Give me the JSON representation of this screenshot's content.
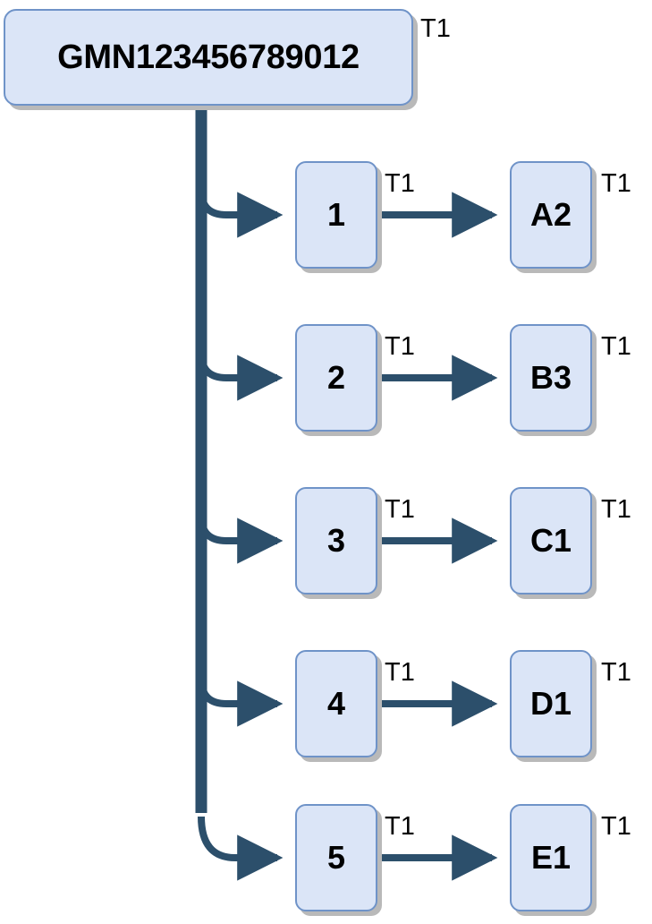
{
  "diagram": {
    "type": "tree-flowchart",
    "orientation": "left-to-right",
    "colors": {
      "node_fill": "#dbe5f7",
      "node_border": "#6f93c8",
      "node_shadow": "#b9b9b9",
      "edge": "#2c4f6b",
      "label_text": "#000000",
      "background": "#ffffff"
    },
    "root": {
      "id": "root",
      "label": "GMN123456789012",
      "badge": "T1"
    },
    "branches": [
      {
        "mid": {
          "label": "1",
          "badge": "T1"
        },
        "leaf": {
          "label": "A2",
          "badge": "T1"
        }
      },
      {
        "mid": {
          "label": "2",
          "badge": "T1"
        },
        "leaf": {
          "label": "B3",
          "badge": "T1"
        }
      },
      {
        "mid": {
          "label": "3",
          "badge": "T1"
        },
        "leaf": {
          "label": "C1",
          "badge": "T1"
        }
      },
      {
        "mid": {
          "label": "4",
          "badge": "T1"
        },
        "leaf": {
          "label": "D1",
          "badge": "T1"
        }
      },
      {
        "mid": {
          "label": "5",
          "badge": "T1"
        },
        "leaf": {
          "label": "E1",
          "badge": "T1"
        }
      }
    ]
  }
}
